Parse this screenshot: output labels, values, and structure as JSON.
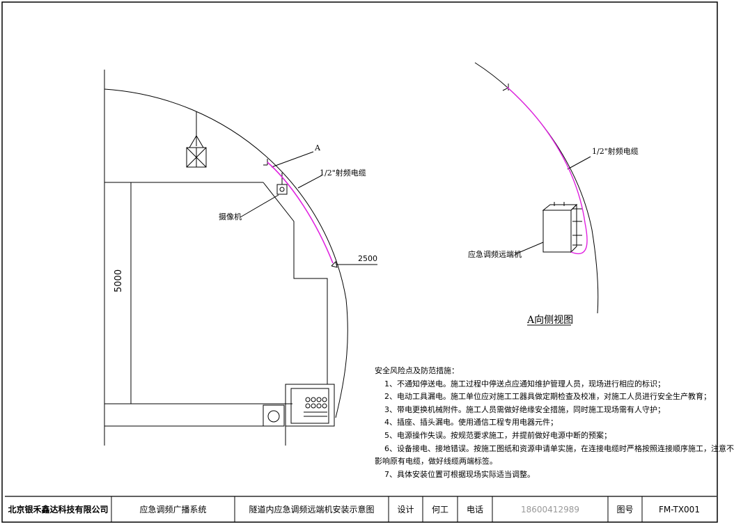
{
  "labels": {
    "marker_a": "A",
    "cable_main": "1/2\"射频电缆",
    "camera": "摄像机",
    "level_2500": "2500",
    "height_5000": "5000",
    "cable_side": "1/2\"射频电缆",
    "remote_unit": "应急调频远端机",
    "side_view_title": "A向侧视图"
  },
  "notes": {
    "heading": "安全风险点及防范措施：",
    "items": [
      "1、不通知停送电。施工过程中停送点应通知维护管理人员，现场进行相应的标识；",
      "2、电动工具漏电。施工单位应对施工工器具做定期检查及校准，对施工人员进行安全生产教育；",
      "3、带电更换机械附件。施工人员需做好绝缘安全措施，同时施工现场需有人守护；",
      "4、插座、插头漏电。使用通信工程专用电器元件；",
      "5、电源操作失误。按规范要求施工，并提前做好电源中断的预案；",
      "6、设备接电、接地错误。按施工图纸和资源申请单实施，在连接电缆时严格按照连接顺序施工，注意不",
      "影响原有电缆，做好线缆两端标签。",
      "7、具体安装位置可根据现场实际适当调整。"
    ]
  },
  "title_block": {
    "company": "北京银禾鑫达科技有限公司",
    "system": "应急调频广播系统",
    "drawing_title": "隧道内应急调频远端机安装示意图",
    "design_label": "设计",
    "designer": "何工",
    "phone_label": "电话",
    "phone": "18600412989",
    "drawing_no_label": "图号",
    "drawing_no": "FM-TX001"
  },
  "colors": {
    "cable": "#e020e0",
    "line": "#000000",
    "muted": "#999999"
  }
}
